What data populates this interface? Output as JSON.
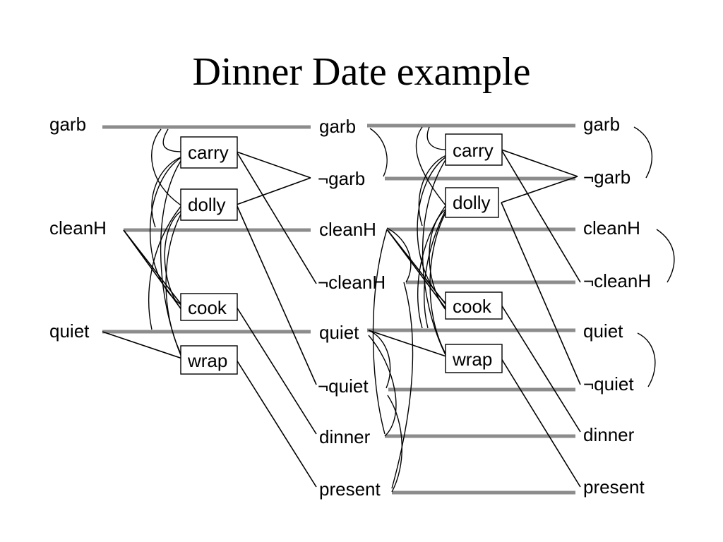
{
  "title": "Dinner Date example",
  "levels": {
    "s0": [
      "garb",
      "cleanH",
      "quiet"
    ],
    "a0": [
      "carry",
      "dolly",
      "cook",
      "wrap"
    ],
    "s1": [
      "garb",
      "¬garb",
      "cleanH",
      "¬cleanH",
      "quiet",
      "¬quiet",
      "dinner",
      "present"
    ],
    "a1": [
      "carry",
      "dolly",
      "cook",
      "wrap"
    ],
    "s2": [
      "garb",
      "¬garb",
      "cleanH",
      "¬cleanH",
      "quiet",
      "¬quiet",
      "dinner",
      "present"
    ]
  }
}
